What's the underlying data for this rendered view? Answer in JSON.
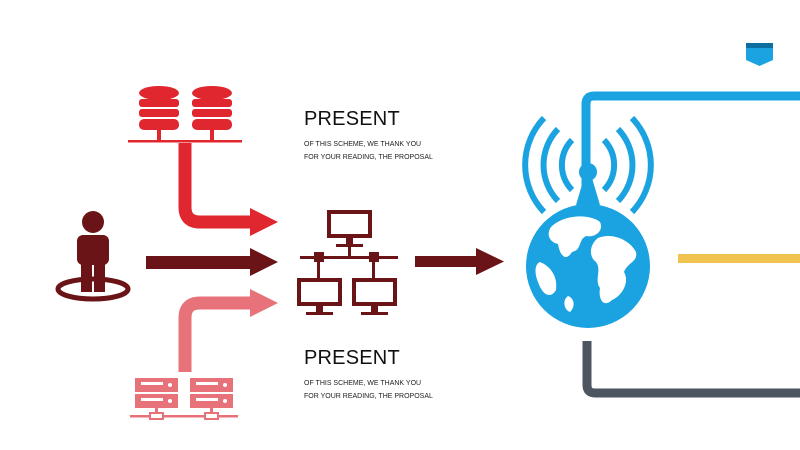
{
  "colors": {
    "dark_red": "#6b1418",
    "red": "#e0262e",
    "pink": "#e8727a",
    "blue": "#1aa3e0",
    "yellow": "#f0c24e",
    "gray": "#4d5560"
  },
  "text_blocks": [
    {
      "heading": "PRESENT",
      "lines": [
        "OF THIS SCHEME, WE THANK YOU",
        "FOR YOUR READING, THE PROPOSAL"
      ]
    },
    {
      "heading": "PRESENT",
      "lines": [
        "OF THIS SCHEME, WE THANK YOU",
        "FOR YOUR READING, THE PROPOSAL"
      ]
    }
  ],
  "icons": {
    "database": "database-icon",
    "user": "user-icon",
    "server": "server-icon",
    "network": "network-icon",
    "globe": "globe-wifi-icon"
  }
}
